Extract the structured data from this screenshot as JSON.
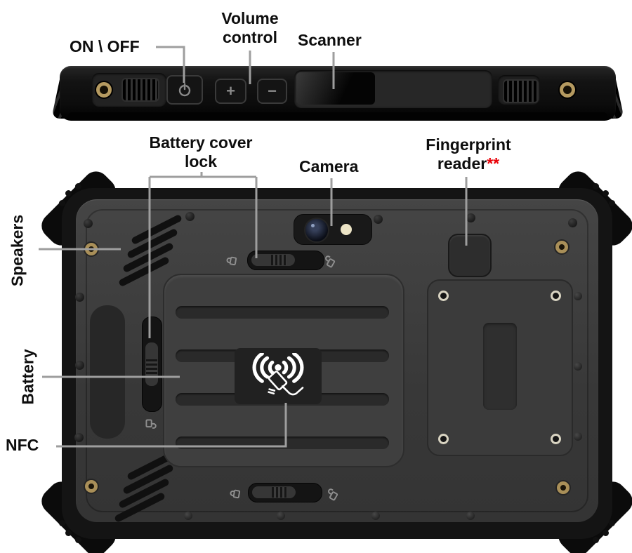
{
  "diagram_subject": "rugged tablet — top edge view and back view",
  "annotations": {
    "on_off": {
      "label": "ON \\ OFF"
    },
    "volume_control": {
      "label": "Volume control"
    },
    "scanner": {
      "label": "Scanner"
    },
    "battery_cover_lock": {
      "label": "Battery cover lock"
    },
    "camera": {
      "label": "Camera"
    },
    "fingerprint_reader": {
      "label": "Fingerprint reader",
      "note": "**"
    },
    "speakers": {
      "label": "Speakers"
    },
    "battery": {
      "label": "Battery"
    },
    "nfc": {
      "label": "NFC"
    }
  },
  "icons": {
    "plus": "+",
    "minus": "−"
  },
  "colors": {
    "label_text": "#0e0e0e",
    "note_red": "#e90007",
    "leader_line": "#9e9e9e",
    "device_body": "#141414",
    "device_face": "#3a3a3a",
    "gold_port": "#b59a60",
    "nfc_icon": "#ffffff"
  }
}
